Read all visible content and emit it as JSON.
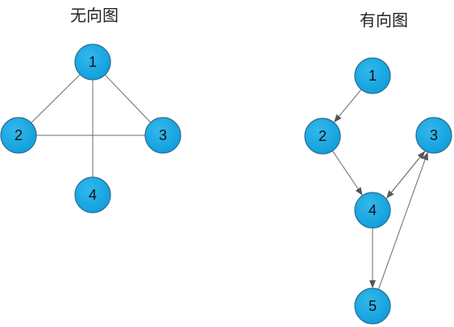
{
  "graphs": [
    {
      "title": "无向图",
      "directed": false,
      "nodes": [
        {
          "id": "1",
          "label": "1"
        },
        {
          "id": "2",
          "label": "2"
        },
        {
          "id": "3",
          "label": "3"
        },
        {
          "id": "4",
          "label": "4"
        }
      ],
      "edges": [
        {
          "from": "1",
          "to": "2"
        },
        {
          "from": "1",
          "to": "3"
        },
        {
          "from": "1",
          "to": "4"
        },
        {
          "from": "2",
          "to": "3"
        }
      ]
    },
    {
      "title": "有向图",
      "directed": true,
      "nodes": [
        {
          "id": "1",
          "label": "1"
        },
        {
          "id": "2",
          "label": "2"
        },
        {
          "id": "3",
          "label": "3"
        },
        {
          "id": "4",
          "label": "4"
        },
        {
          "id": "5",
          "label": "5"
        }
      ],
      "edges": [
        {
          "from": "1",
          "to": "2"
        },
        {
          "from": "2",
          "to": "4"
        },
        {
          "from": "3",
          "to": "4"
        },
        {
          "from": "4",
          "to": "3"
        },
        {
          "from": "4",
          "to": "5"
        },
        {
          "from": "5",
          "to": "3"
        }
      ]
    }
  ],
  "colors": {
    "node_fill": "#0E9EDB",
    "node_stroke": "#2C6D93",
    "edge": "#6B6B6B",
    "text": "#111111"
  }
}
